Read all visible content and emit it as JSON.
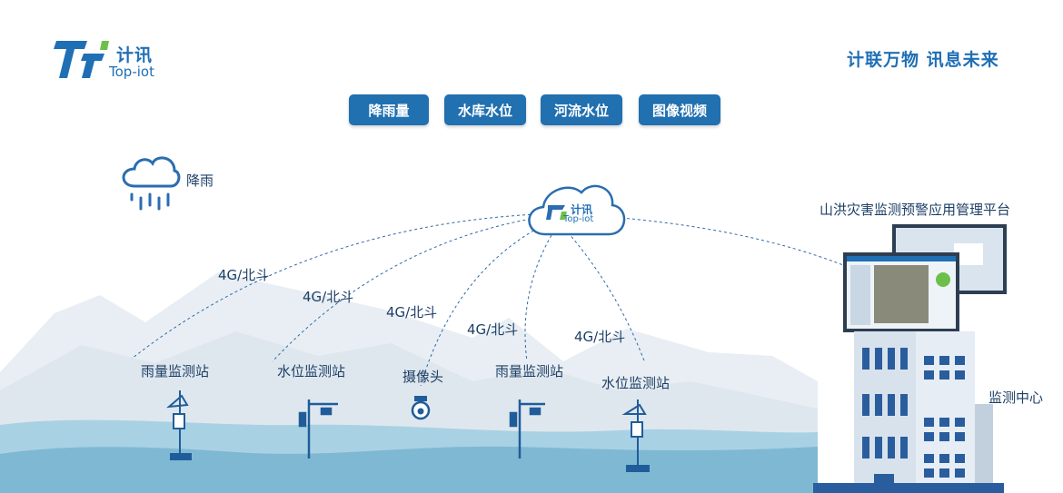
{
  "brand": {
    "name_cn": "计讯",
    "name_en": "Top-iot"
  },
  "slogan": "计联万物 讯息未来",
  "tabs": [
    {
      "label": "降雨量"
    },
    {
      "label": "水库水位"
    },
    {
      "label": "河流水位"
    },
    {
      "label": "图像视频"
    }
  ],
  "rain_label": "降雨",
  "cloud": {
    "name_cn": "计讯",
    "name_en": "Top-iot"
  },
  "links": [
    "4G/北斗",
    "4G/北斗",
    "4G/北斗",
    "4G/北斗",
    "4G/北斗"
  ],
  "stations": [
    {
      "label": "雨量监测站"
    },
    {
      "label": "水位监测站"
    },
    {
      "label": "摄像头"
    },
    {
      "label": "雨量监测站"
    },
    {
      "label": "水位监测站"
    }
  ],
  "platform_label": "山洪灾害监测预警应用管理平台",
  "center_label": "监测中心",
  "colors": {
    "primary": "#2170b0",
    "mountain": "#e6ecf1",
    "water": "#7fb8d3",
    "building": "#dde6ef",
    "window": "#2a5d9d",
    "logo_green": "#6cc04a"
  }
}
